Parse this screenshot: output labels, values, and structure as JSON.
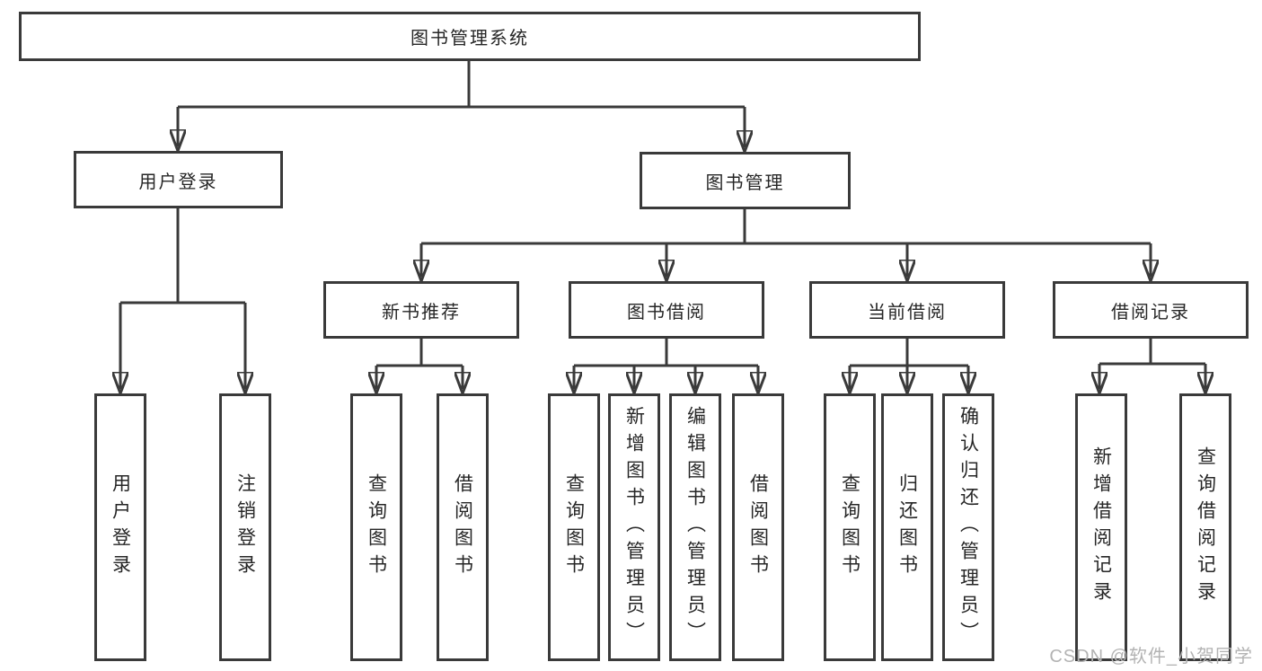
{
  "tree": {
    "root": {
      "label": "图书管理系统",
      "children": [
        {
          "label": "用户登录",
          "children": [
            {
              "label": "用户登录"
            },
            {
              "label": "注销登录"
            }
          ]
        },
        {
          "label": "图书管理",
          "children": [
            {
              "label": "新书推荐",
              "children": [
                {
                  "label": "查询图书"
                },
                {
                  "label": "借阅图书"
                }
              ]
            },
            {
              "label": "图书借阅",
              "children": [
                {
                  "label": "查询图书"
                },
                {
                  "label": "新增图书（管理员）"
                },
                {
                  "label": "编辑图书（管理员）"
                },
                {
                  "label": "借阅图书"
                }
              ]
            },
            {
              "label": "当前借阅",
              "children": [
                {
                  "label": "查询图书"
                },
                {
                  "label": "归还图书"
                },
                {
                  "label": "确认归还（管理员）"
                }
              ]
            },
            {
              "label": "借阅记录",
              "children": [
                {
                  "label": "新增借阅记录"
                },
                {
                  "label": "查询借阅记录"
                }
              ]
            }
          ]
        }
      ]
    }
  },
  "colors": {
    "line": "#3a3a3a",
    "text": "#262626",
    "background": "#ffffff",
    "watermark": "#b3b3b3"
  },
  "watermark": {
    "text": "CSDN @软件_小贺同学"
  }
}
